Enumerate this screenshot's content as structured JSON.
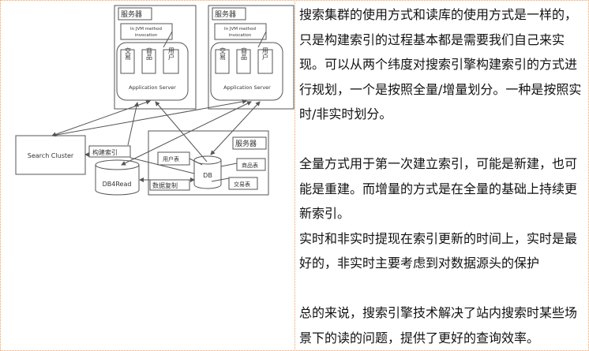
{
  "diagram": {
    "server_label": "服务器",
    "jvm_line1": "In JVM method",
    "jvm_line2": "invocation",
    "modules": [
      "交易",
      "商品",
      "用户"
    ],
    "app_server": "Application Server",
    "search_cluster": "Search Cluster",
    "build_index": "构建索引",
    "db4read": "DB4Read",
    "db": "DB",
    "data_replication": "数据复制",
    "tables": {
      "user": "用户表",
      "product": "商品表",
      "trade": "交易表"
    }
  },
  "text": {
    "p1": "搜索集群的使用方式和读库的使用方式是一样的，只是构建索引的过程基本都是需要我们自己来实现。可以从两个纬度对搜索引擎构建索引的方式进行规划，一个是按照全量/增量划分。一种是按照实时/非实时划分。",
    "p2": "全量方式用于第一次建立索引，可能是新建，也可能是重建。而增量的方式是在全量的基础上持续更新索引。",
    "p3": "实时和非实时提现在索引更新的时间上，实时是最好的，非实时主要考虑到对数据源头的保护",
    "p4": "总的来说，搜索引擎技术解决了站内搜索时某些场景下的读的问题，提供了更好的查询效率。"
  }
}
